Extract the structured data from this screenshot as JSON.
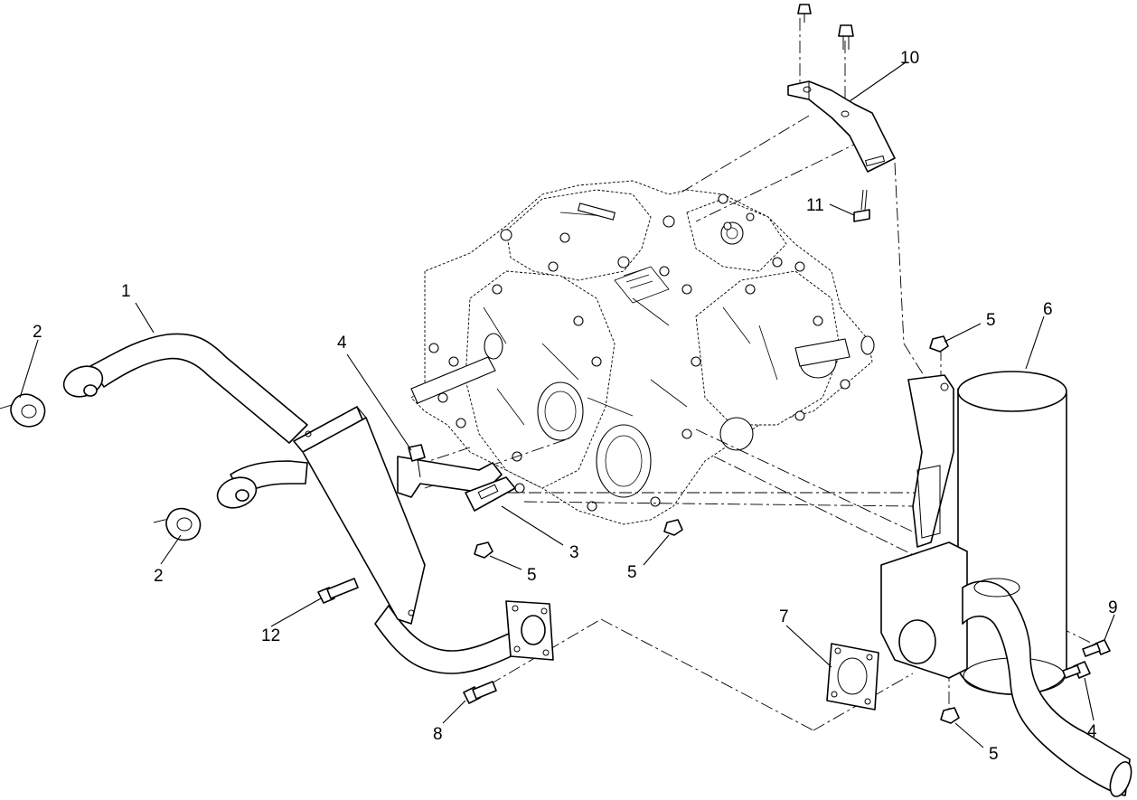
{
  "diagram": {
    "callouts": [
      {
        "id": "c1",
        "label": "1"
      },
      {
        "id": "c2a",
        "label": "2"
      },
      {
        "id": "c2b",
        "label": "2"
      },
      {
        "id": "c3",
        "label": "3"
      },
      {
        "id": "c4a",
        "label": "4"
      },
      {
        "id": "c4b",
        "label": "4"
      },
      {
        "id": "c5a",
        "label": "5"
      },
      {
        "id": "c5b",
        "label": "5"
      },
      {
        "id": "c5c",
        "label": "5"
      },
      {
        "id": "c5d",
        "label": "5"
      },
      {
        "id": "c6",
        "label": "6"
      },
      {
        "id": "c7",
        "label": "7"
      },
      {
        "id": "c8",
        "label": "8"
      },
      {
        "id": "c9",
        "label": "9"
      },
      {
        "id": "c10",
        "label": "10"
      },
      {
        "id": "c11",
        "label": "11"
      },
      {
        "id": "c12",
        "label": "12"
      }
    ]
  }
}
